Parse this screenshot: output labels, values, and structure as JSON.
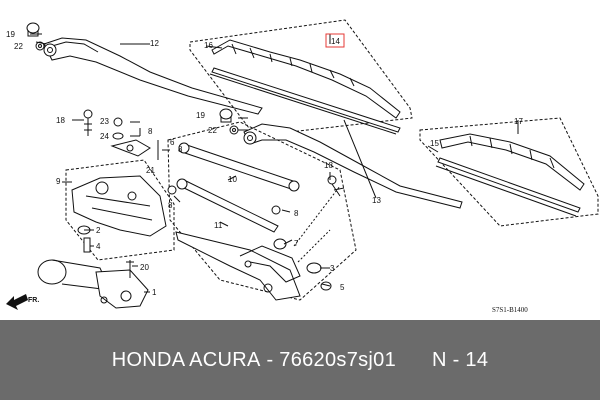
{
  "diagram": {
    "code": "S7S1-B1400",
    "direction_label": "FR.",
    "highlight_color": "#e53935",
    "callouts": {
      "c1": "1",
      "c2": "2",
      "c3": "3",
      "c4": "4",
      "c5": "5",
      "c6": "6",
      "c7": "7",
      "c8a": "8",
      "c8b": "8",
      "c8c": "8",
      "c8d": "8",
      "c9": "9",
      "c10": "10",
      "c11": "11",
      "c12": "12",
      "c13": "13",
      "c14": "14",
      "c15": "15",
      "c16": "16",
      "c17": "17",
      "c18a": "18",
      "c18b": "18",
      "c19a": "19",
      "c19b": "19",
      "c20": "20",
      "c21": "21",
      "c22a": "22",
      "c22b": "22",
      "c23": "23",
      "c24": "24"
    }
  },
  "caption": {
    "brand": "HONDA ACURA",
    "separator": "-",
    "part_number": "76620s7sj01",
    "position": "N - 14"
  }
}
